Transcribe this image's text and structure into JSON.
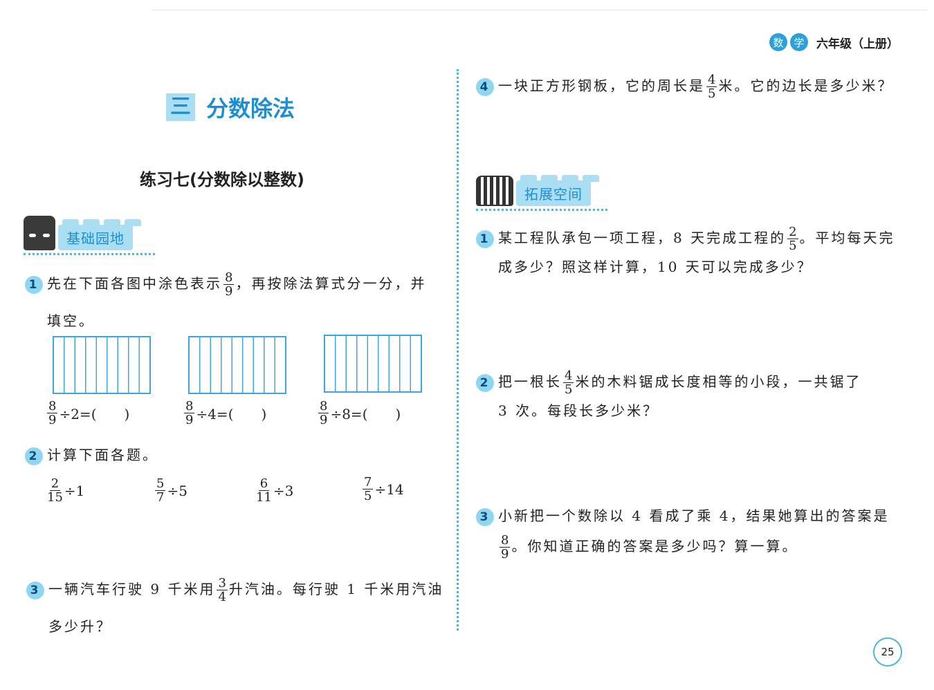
{
  "header": {
    "badge1": "数",
    "badge2": "学",
    "grade": "六年级（上册）"
  },
  "chapter": {
    "num": "三",
    "title": "分数除法"
  },
  "exercise_title": "练习七(分数除以整数)",
  "left_section": "基础园地",
  "right_section": "拓展空间",
  "q1": {
    "num": "1",
    "text_a": "先在下面各图中涂色表示",
    "frac": {
      "n": "8",
      "d": "9"
    },
    "text_b": "，再按除法算式分一分，并",
    "text_c": "填空。",
    "exprs": [
      {
        "n": "8",
        "d": "9",
        "rest": "÷2=(　　)"
      },
      {
        "n": "8",
        "d": "9",
        "rest": "÷4=(　　)"
      },
      {
        "n": "8",
        "d": "9",
        "rest": "÷8=(　　)"
      }
    ]
  },
  "q2": {
    "num": "2",
    "text": "计算下面各题。",
    "items": [
      {
        "n": "2",
        "d": "15",
        "rest": "÷1"
      },
      {
        "n": "5",
        "d": "7",
        "rest": "÷5"
      },
      {
        "n": "6",
        "d": "11",
        "rest": "÷3"
      },
      {
        "n": "7",
        "d": "5",
        "rest": "÷14"
      }
    ]
  },
  "q3": {
    "num": "3",
    "text_a": "一辆汽车行驶 9 千米用",
    "frac": {
      "n": "3",
      "d": "4"
    },
    "text_b": "升汽油。每行驶 1 千米用汽油",
    "text_c": "多少升？"
  },
  "q4": {
    "num": "4",
    "text_a": "一块正方形钢板，它的周长是",
    "frac": {
      "n": "4",
      "d": "5"
    },
    "text_b": "米。它的边长是多少米？"
  },
  "e1": {
    "num": "1",
    "text_a": "某工程队承包一项工程，8 天完成工程的",
    "frac": {
      "n": "2",
      "d": "5"
    },
    "text_b": "。平均每天完",
    "text_c": "成多少？照这样计算，10 天可以完成多少？"
  },
  "e2": {
    "num": "2",
    "text_a": "把一根长",
    "frac": {
      "n": "4",
      "d": "5"
    },
    "text_b": "米的木料锯成长度相等的小段，一共锯了",
    "text_c": "3 次。每段长多少米？"
  },
  "e3": {
    "num": "3",
    "text_a": "小新把一个数除以 4 看成了乘 4，结果她算出的答案是",
    "frac": {
      "n": "8",
      "d": "9"
    },
    "text_b": "。你知道正确的答案是多少吗？算一算。"
  },
  "page_number": "25"
}
